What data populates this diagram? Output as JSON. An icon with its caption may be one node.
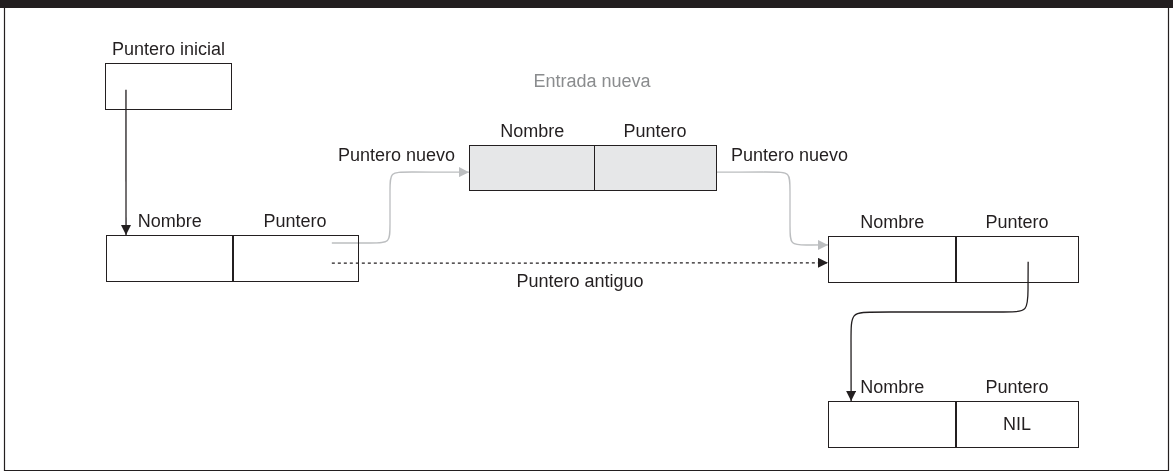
{
  "diagram": {
    "nodes": [
      {
        "text": [
          "Puntero inicial"
        ]
      },
      {
        "text": [
          "Nombre"
        ]
      },
      {
        "text": [
          "Puntero"
        ]
      },
      {
        "text": [
          "Nombre"
        ]
      },
      {
        "text": [
          "Puntero"
        ]
      },
      {
        "text": [
          "Nombre"
        ]
      },
      {
        "text": [
          "Puntero"
        ]
      },
      {
        "text": [
          "Nombre"
        ]
      },
      {
        "text": [
          "Puntero",
          "NIL"
        ]
      }
    ],
    "edges": [
      {
        "from": 0,
        "to": 1,
        "arrow": "to"
      },
      {
        "from": 2,
        "to": 3,
        "arrow": "to",
        "label": "Puntero nuevo",
        "color": "#bcbec0"
      },
      {
        "from": 4,
        "to": 5,
        "arrow": "to",
        "label": "Puntero nuevo",
        "color": "#bcbec0"
      },
      {
        "from": 2,
        "to": 5,
        "arrow": "to",
        "label": "Puntero antiguo",
        "style": "dashed"
      },
      {
        "from": 6,
        "to": 7,
        "arrow": "to"
      }
    ],
    "labels": [
      "Entrada nueva"
    ]
  }
}
